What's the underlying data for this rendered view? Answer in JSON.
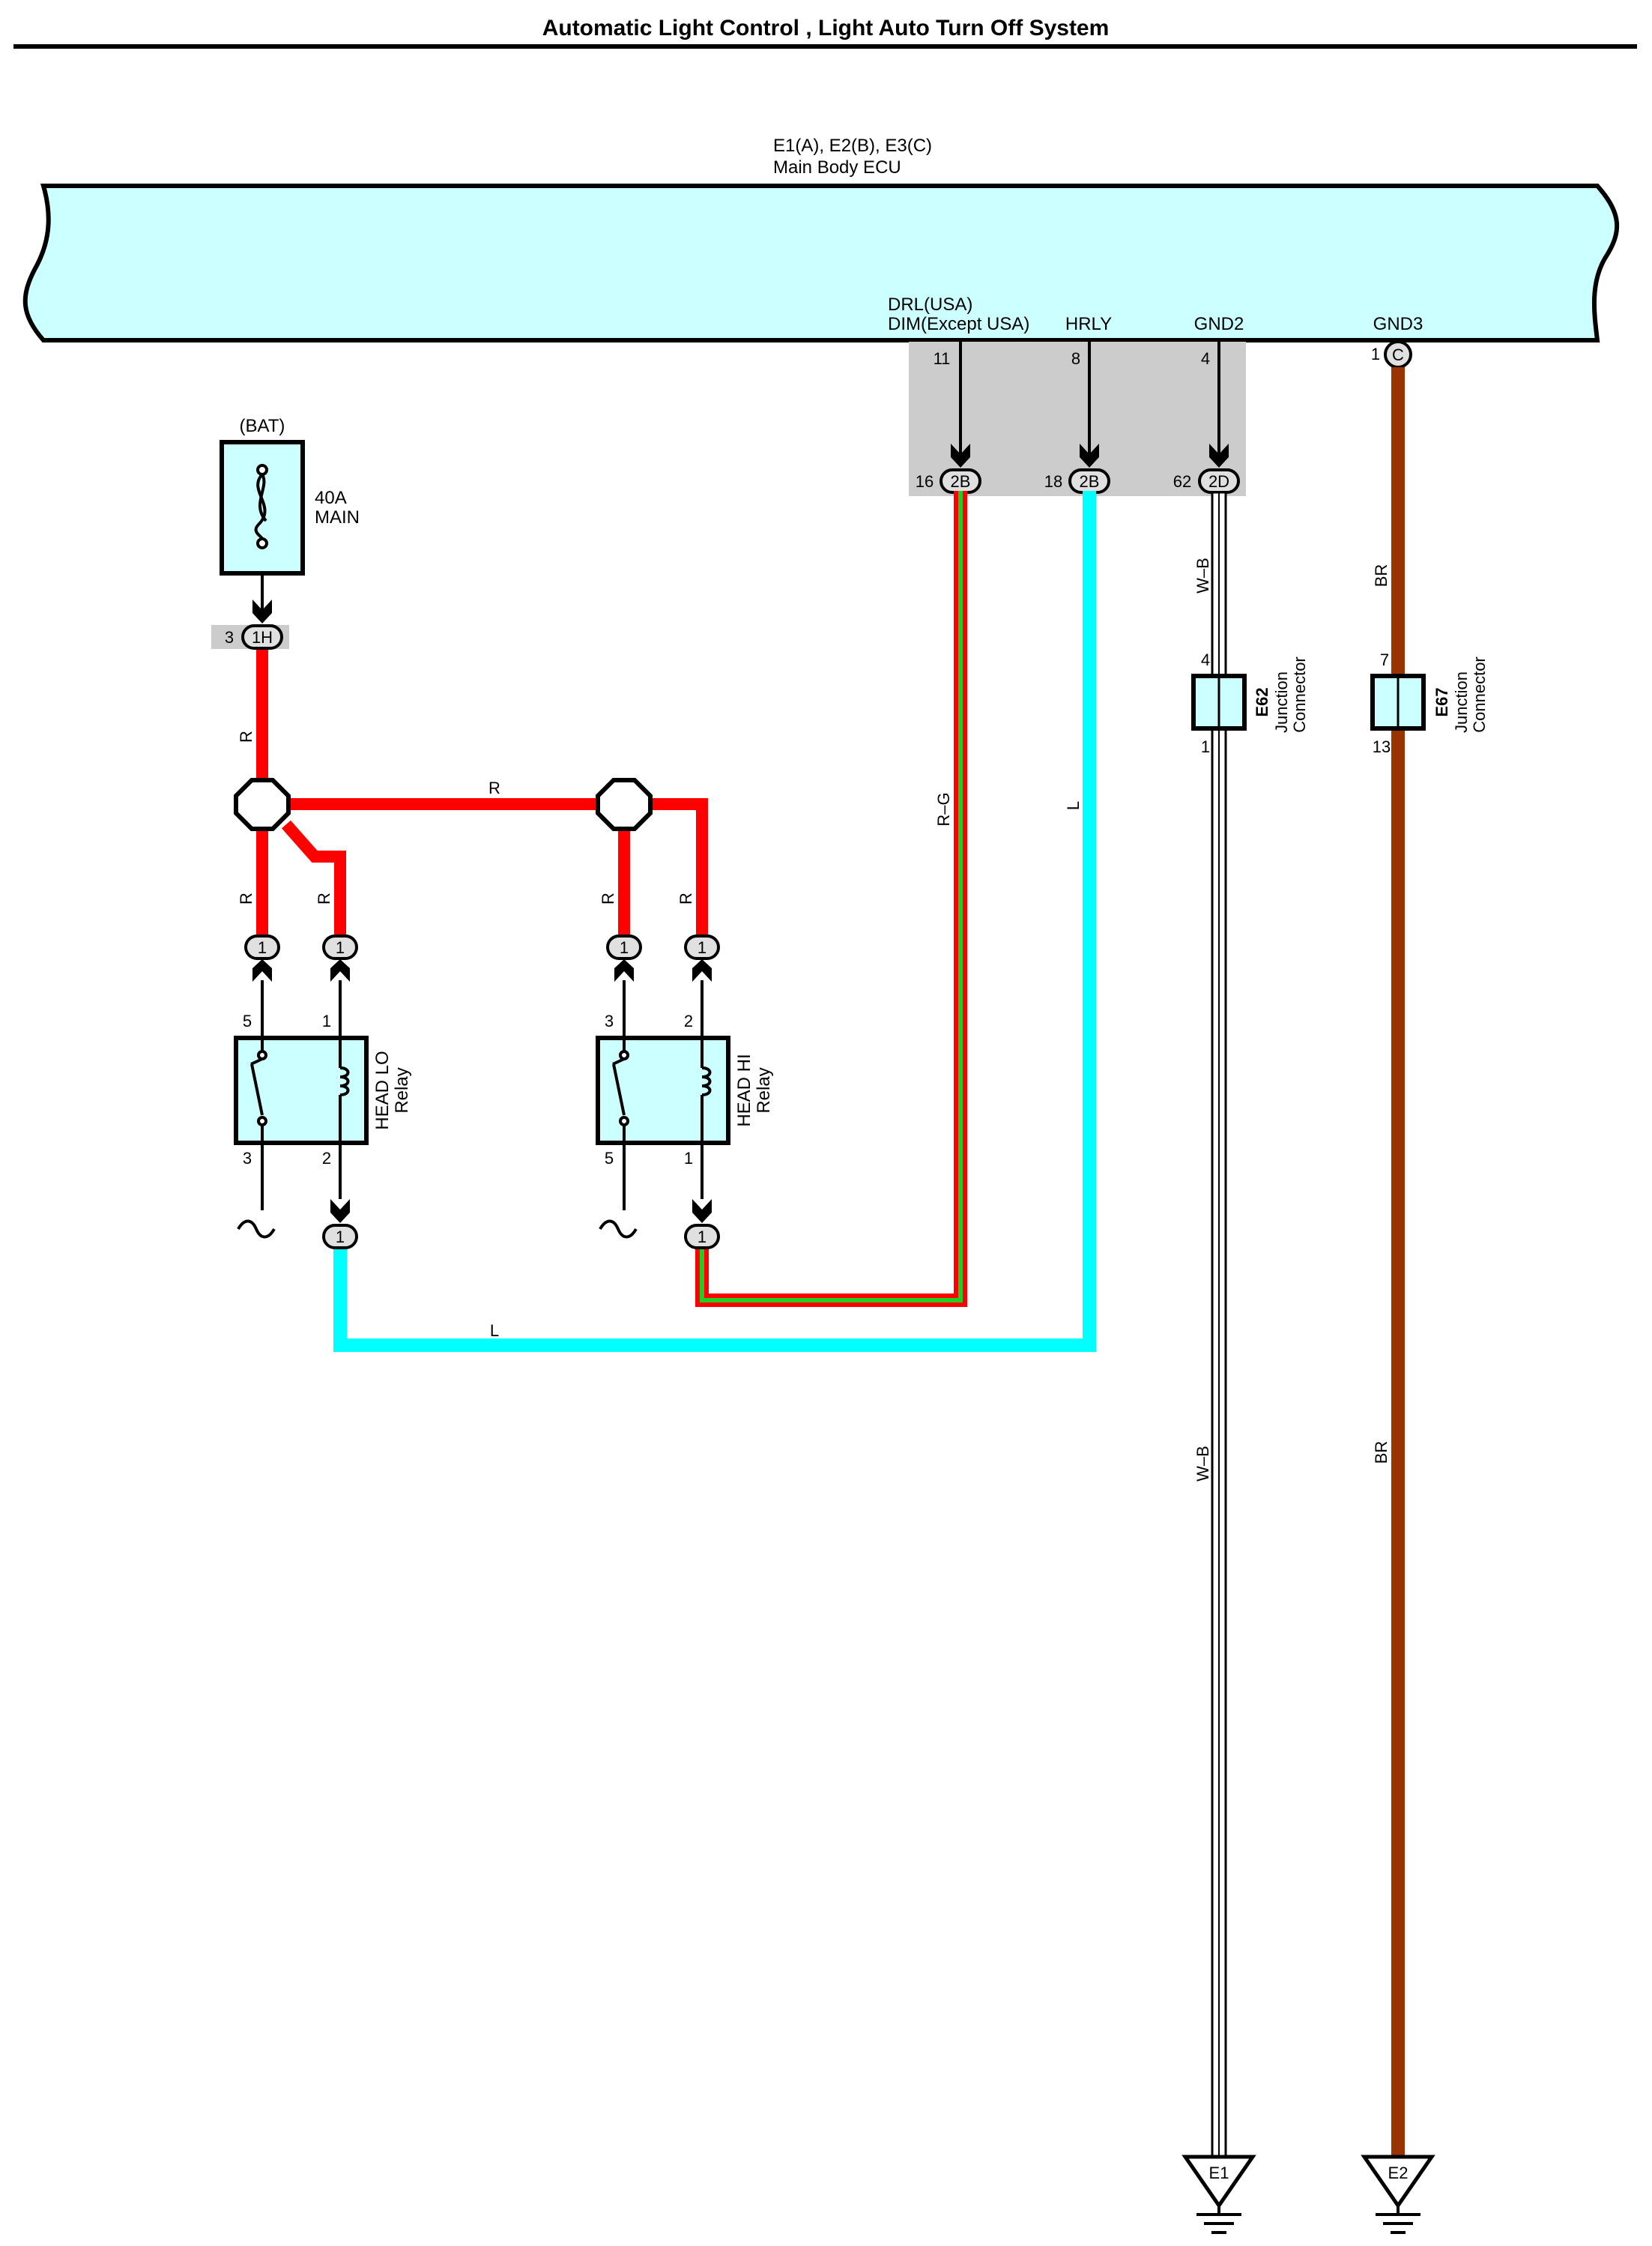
{
  "title": "Automatic Light Control , Light Auto Turn Off System",
  "ecu": {
    "code": "E1(A), E2(B), E3(C)",
    "name": "Main Body ECU",
    "terminals": [
      {
        "name_line1": "DRL(USA)",
        "name_line2": "DIM(Except USA)",
        "pin": "11"
      },
      {
        "name": "HRLY",
        "pin": "8"
      },
      {
        "name": "GND2",
        "pin": "4"
      },
      {
        "name": "GND3",
        "pin": "1",
        "connector": "C"
      }
    ]
  },
  "connectors": {
    "dim": {
      "pin": "16",
      "code": "2B"
    },
    "hrly": {
      "pin": "18",
      "code": "2B"
    },
    "gnd2": {
      "pin": "62",
      "code": "2D"
    },
    "fuse_out": {
      "pin": "3",
      "code": "1H"
    }
  },
  "fuse": {
    "source": "(BAT)",
    "rating": "40A",
    "name": "MAIN"
  },
  "relays": [
    {
      "name_line1": "HEAD LO",
      "name_line2": "Relay",
      "pin_switch_in": "5",
      "pin_coil_in": "1",
      "pin_switch_out": "3",
      "pin_coil_out": "2",
      "conn_a": "1",
      "conn_b": "1",
      "conn_c": "1"
    },
    {
      "name_line1": "HEAD HI",
      "name_line2": "Relay",
      "pin_switch_in": "3",
      "pin_coil_in": "2",
      "pin_switch_out": "5",
      "pin_coil_out": "1",
      "conn_a": "1",
      "conn_b": "1",
      "conn_c": "1"
    }
  ],
  "junctions": [
    {
      "code": "E62",
      "label_line1": "Junction",
      "label_line2": "Connector",
      "pin_in": "4",
      "pin_out": "1"
    },
    {
      "code": "E67",
      "label_line1": "Junction",
      "label_line2": "Connector",
      "pin_in": "7",
      "pin_out": "13"
    }
  ],
  "wires": {
    "red": "R",
    "red_green": "R–G",
    "blue": "L",
    "white_black": "W–B",
    "brown": "BR"
  },
  "grounds": [
    {
      "name": "E1"
    },
    {
      "name": "E2"
    }
  ],
  "colors": {
    "ecu_fill": "#ccffff",
    "component_fill": "#ccffff",
    "red_wire": "#ff0000",
    "green_stripe": "#22cc22",
    "blue_wire": "#00ffff",
    "brown_wire": "#993300",
    "shade": "#cccccc"
  }
}
